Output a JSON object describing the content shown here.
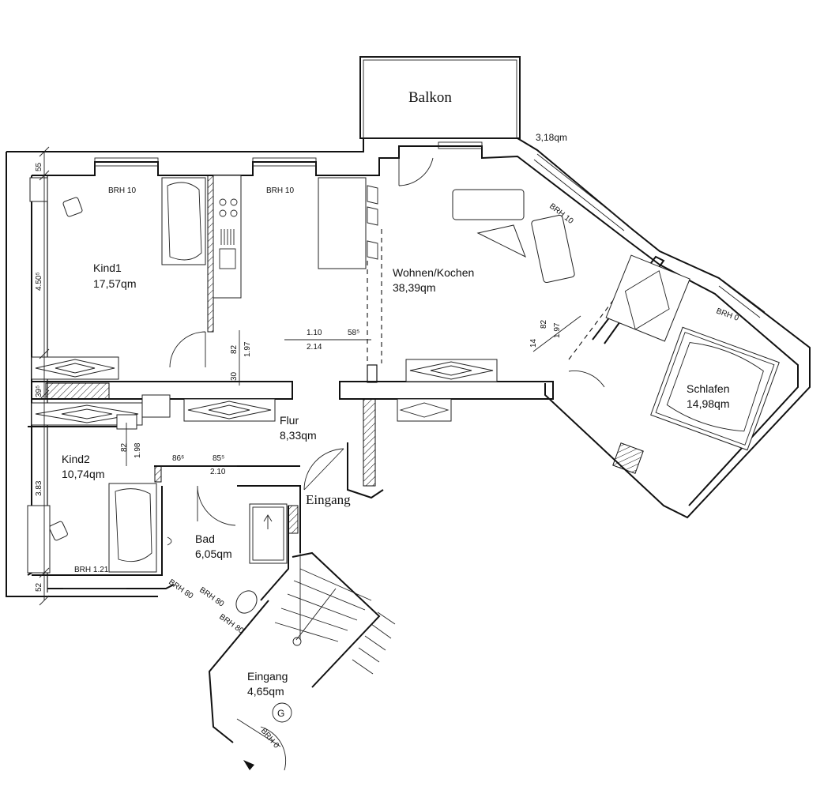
{
  "rooms": {
    "kind1": {
      "name": "Kind1",
      "area": "17,57qm"
    },
    "wohnen": {
      "name": "Wohnen/Kochen",
      "area": "38,39qm"
    },
    "schlafen": {
      "name": "Schlafen",
      "area": "14,98qm"
    },
    "flur": {
      "name": "Flur",
      "area": "8,33qm"
    },
    "kind2": {
      "name": "Kind2",
      "area": "10,74qm"
    },
    "bad": {
      "name": "Bad",
      "area": "6,05qm"
    },
    "eingang_hall": {
      "name": "Eingang",
      "area": "4,65qm"
    },
    "balkon": {
      "name": "Balkon",
      "area": "3,18qm"
    }
  },
  "labels": {
    "eingang_door": "Eingang",
    "brh_kind1": "BRH 10",
    "brh_kitchen": "BRH 10",
    "brh_wohnen": "BRH 10",
    "brh_schlafen": "BRH 0",
    "brh_kind2": "BRH 1.21",
    "brh_bad_1": "BRH 80",
    "brh_bad_2": "BRH 80",
    "brh_bad_3": "BRH 80",
    "brh_entry": "BRH 0",
    "g_symbol": "G"
  },
  "dimensions": {
    "left_55": "55",
    "left_450": "4.50⁵",
    "left_39": "39⁵",
    "left_383": "3.83",
    "left_52": "52",
    "flur_110": "1.10",
    "flur_214": "2.14",
    "flur_58": "58⁵",
    "door_82": "82",
    "door_197": "1.97",
    "door_30": "30",
    "kind2_82": "82",
    "kind2_198": "1.98",
    "kind2_86": "86⁶",
    "kind2_85": "85⁵",
    "kind2_210": "2.10",
    "schlaf_82": "82",
    "schlaf_197": "1.97",
    "schlaf_14": "14"
  },
  "colors": {
    "line": "#111111",
    "background": "#ffffff"
  }
}
